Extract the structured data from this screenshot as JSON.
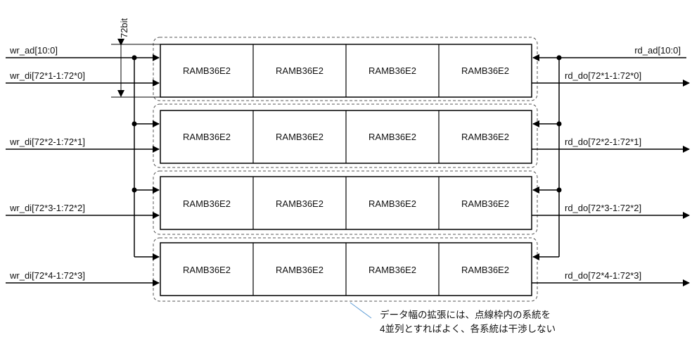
{
  "diagram": {
    "width_label": "72bit",
    "left_signals": {
      "wr_ad": "wr_ad[10:0]",
      "row1": "wr_di[72*1-1:72*0]",
      "row2": "wr_di[72*2-1:72*1]",
      "row3": "wr_di[72*3-1:72*2]",
      "row4": "wr_di[72*4-1:72*3]"
    },
    "right_signals": {
      "rd_ad": "rd_ad[10:0]",
      "row1": "rd_do[72*1-1:72*0]",
      "row2": "rd_do[72*2-1:72*1]",
      "row3": "rd_do[72*3-1:72*2]",
      "row4": "rd_do[72*4-1:72*3]"
    },
    "rows": [
      {
        "cells": [
          "RAMB36E2",
          "RAMB36E2",
          "RAMB36E2",
          "RAMB36E2"
        ]
      },
      {
        "cells": [
          "RAMB36E2",
          "RAMB36E2",
          "RAMB36E2",
          "RAMB36E2"
        ]
      },
      {
        "cells": [
          "RAMB36E2",
          "RAMB36E2",
          "RAMB36E2",
          "RAMB36E2"
        ]
      },
      {
        "cells": [
          "RAMB36E2",
          "RAMB36E2",
          "RAMB36E2",
          "RAMB36E2"
        ]
      }
    ],
    "note": {
      "line1": "データ幅の拡張には、点線枠内の系統を",
      "line2": "4並列とすればよく、各系統は干渉しない"
    },
    "colors": {
      "line": "#000000",
      "dashed_frame": "#555555",
      "callout": "#5b9bd5"
    }
  }
}
